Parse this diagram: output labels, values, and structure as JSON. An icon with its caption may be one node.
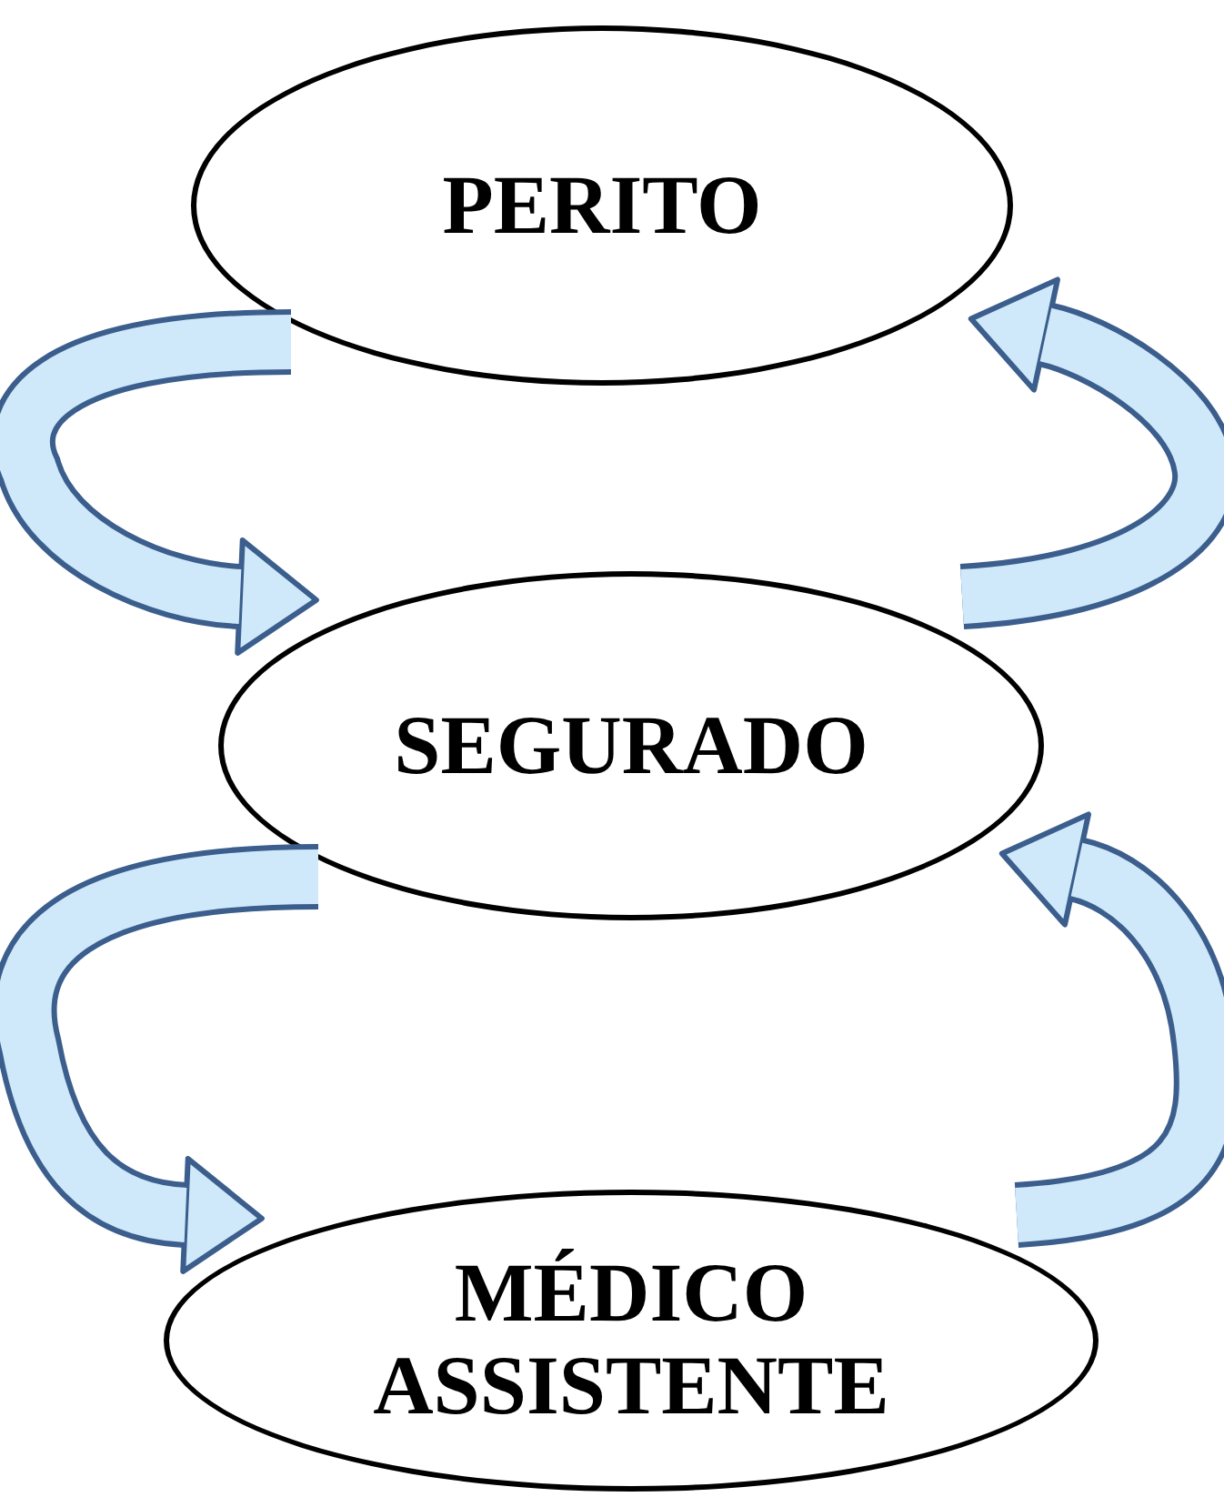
{
  "diagram": {
    "nodes": [
      {
        "text": [
          "PERITO"
        ]
      },
      {
        "text": [
          "SEGURADO"
        ]
      },
      {
        "text": [
          "MÉDICO ASSISTENTE"
        ]
      }
    ],
    "edges": [
      {
        "from": 0,
        "to": 1,
        "arrow": "to"
      },
      {
        "from": 1,
        "to": 0,
        "arrow": "to"
      },
      {
        "from": 1,
        "to": 2,
        "arrow": "to"
      },
      {
        "from": 2,
        "to": 1,
        "arrow": "to"
      }
    ]
  }
}
